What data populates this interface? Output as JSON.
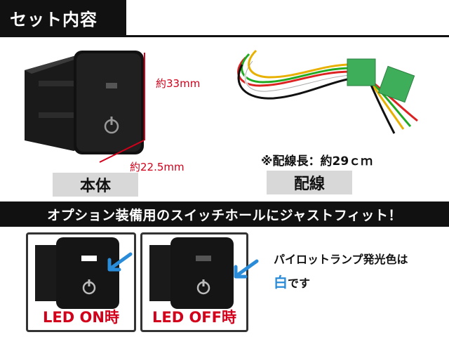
{
  "header": {
    "title": "セット内容"
  },
  "dimensions": {
    "height": "約33mm",
    "width": "約22.5mm"
  },
  "labels": {
    "body": "本体",
    "wiring": "配線"
  },
  "wiring_note": "※配線長：約29ｃｍ",
  "banner": "オプション装備用のスイッチホールにジャストフィット！",
  "led": {
    "on_label": "LED ON時",
    "off_label": "LED OFF時"
  },
  "pilot": {
    "line1": "パイロットランプ発光色は",
    "color_word": "白",
    "line2_suffix": "です"
  },
  "colors": {
    "accent_red": "#d2001a",
    "arrow_blue": "#2a8bd8"
  }
}
